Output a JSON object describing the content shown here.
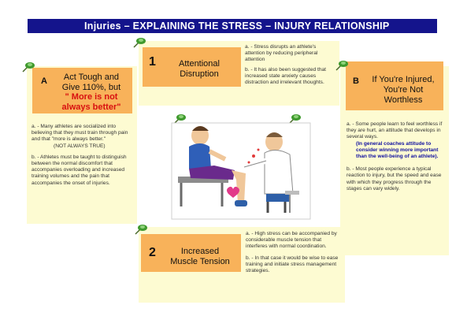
{
  "title": "Injuries – EXPLAINING THE STRESS – INJURY RELATIONSHIP",
  "colors": {
    "title_bg": "#14148c",
    "orange": "#f8b25a",
    "cream": "#fdfbd2",
    "red": "#d81010",
    "blue": "#1010a0"
  },
  "box1": {
    "number": "1",
    "label_l1": "Attentional",
    "label_l2": "Disruption",
    "notes": [
      "a. - Stress disrupts an athlete's attention by reducing peripheral attention",
      "b. - It has also been suggested that increased state anxiety causes distraction and irrelevant thoughts."
    ]
  },
  "box2": {
    "number": "2",
    "label_l1": "Increased",
    "label_l2": "Muscle Tension",
    "notes": [
      "a. - High stress can be accompanied by considerable muscle tension that interferes with normal coordination.",
      "b. - In that case it would be wise to ease training and initiate stress management strategies."
    ]
  },
  "boxA": {
    "letter": "A",
    "line1": "Act Tough and",
    "line2": "Give 110%, but",
    "quote_l1": "\" More is not",
    "quote_l2": "always better\"",
    "notes": [
      "a. - Many athletes are socialized into believing that they must train through pain and that \"more is always better.\"",
      "(NOT ALWAYS TRUE)",
      "b. - Athletes must be taught to distinguish between the normal discomfort that accompanies overloading and increased training volumes and the pain that accompanies the onset of injuries."
    ]
  },
  "boxB": {
    "letter": "B",
    "line1": "If You're Injured,",
    "line2": "You're Not",
    "line3": "Worthless",
    "note_a": "a. - Some people learn to feel worthless if they are hurt, an attitude that develops in several ways.",
    "note_a_blue": "(In general coaches attitude to consider winning more important than the well-being of an athlete).",
    "note_b": "b. - Most people experience a typical reaction to injury, but the speed and ease with which they progress through the stages can vary widely."
  }
}
